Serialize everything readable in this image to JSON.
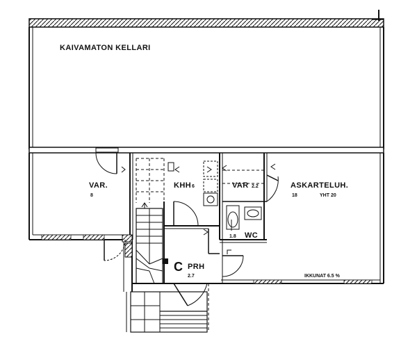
{
  "plan": {
    "rooms": [
      {
        "key": "kellari",
        "name": "KAIVAMATON KELLARI",
        "area": ""
      },
      {
        "key": "var_left",
        "name": "VAR.",
        "area": "8"
      },
      {
        "key": "khh",
        "name": "KHH",
        "area": "6"
      },
      {
        "key": "var_mid",
        "name": "VAR",
        "area": "2.2"
      },
      {
        "key": "askarteluh",
        "name": "ASKARTELUH.",
        "area": "18"
      },
      {
        "key": "wc",
        "name": "WC",
        "area": "1.8"
      },
      {
        "key": "prh",
        "name": "PRH",
        "area": "2.7"
      }
    ],
    "askarteluh_total": "YHT 20",
    "chimney_mark": "C",
    "windows_note": "IKKUNAT 6.5 %"
  },
  "colors": {
    "ink": "#111111",
    "paper": "#ffffff"
  }
}
